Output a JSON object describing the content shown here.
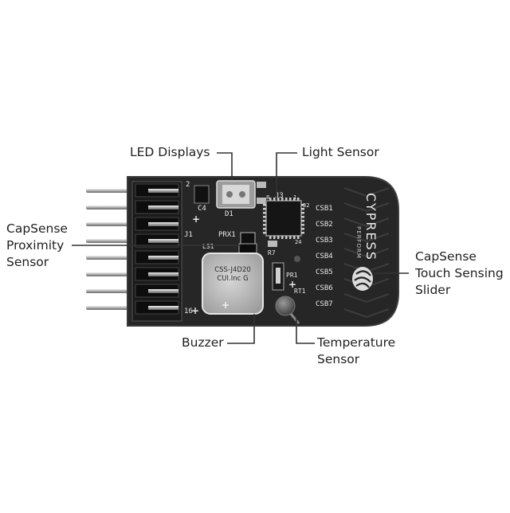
{
  "callouts": {
    "led_displays": "LED Displays",
    "light_sensor": "Light Sensor",
    "proximity": [
      "CapSense",
      "Proximity",
      "Sensor"
    ],
    "touch_slider": [
      "CapSense",
      "Touch Sensing",
      "Slider"
    ],
    "buzzer": "Buzzer",
    "temperature": [
      "Temperature",
      "Sensor"
    ]
  },
  "board": {
    "brand": "CYPRESS",
    "brand_sub": "PERFORM",
    "buzzer_text": [
      "CSS-J4D20",
      "CUI.Inc G"
    ],
    "silkscreen": {
      "j1": "J1",
      "c4": "C4",
      "d1": "D1",
      "j3": "J3",
      "prx1": "PRX1",
      "ls1": "LS1",
      "r7": "R7",
      "pr1": "PR1",
      "rt1": "RT1",
      "pin2": "2",
      "pin16": "16",
      "n8": "8",
      "n1": "1",
      "n32": "32",
      "n24": "24"
    },
    "csb": [
      "CSB1",
      "CSB2",
      "CSB3",
      "CSB4",
      "CSB5",
      "CSB6",
      "CSB7"
    ]
  },
  "colors": {
    "pcb": "#262626",
    "pcb_edge": "#3a3a3a",
    "silk": "#e8e8e8",
    "pin": "#b8b8b8",
    "leader": "#333333",
    "buzzer": "#c8c8c8"
  }
}
